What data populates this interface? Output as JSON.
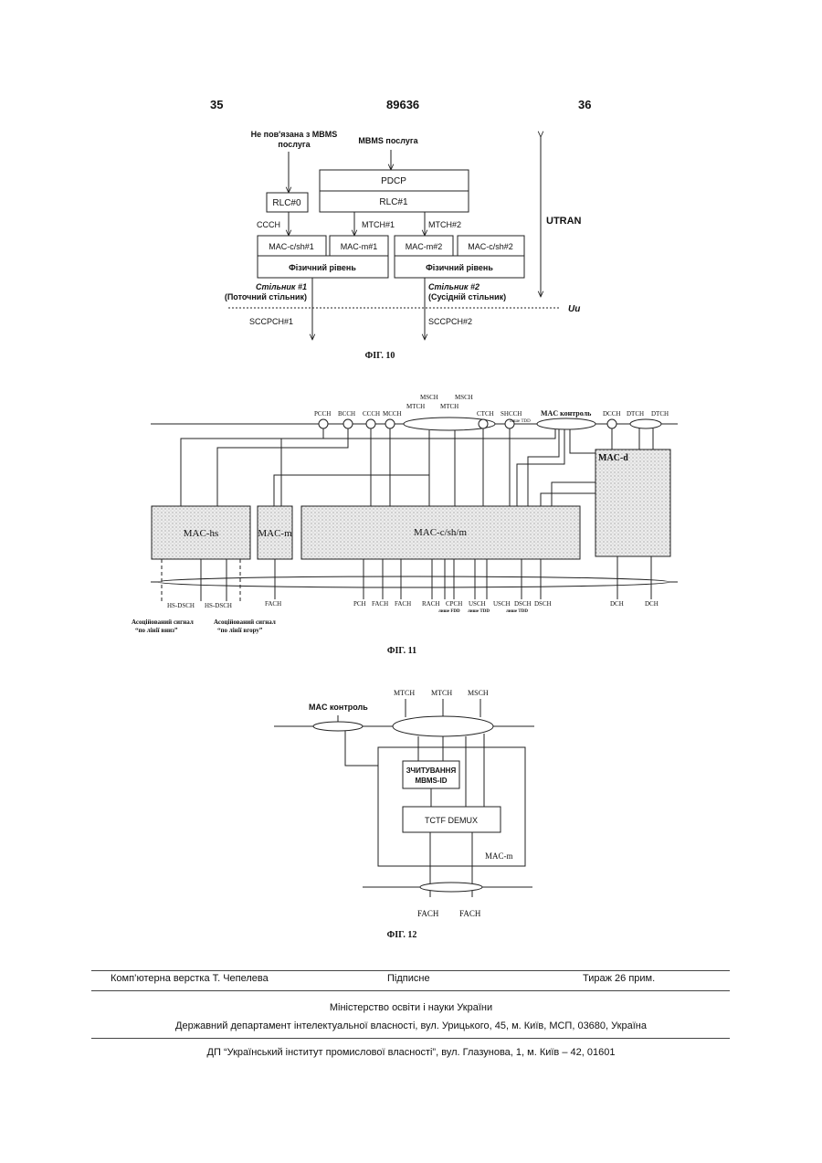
{
  "header": {
    "page_left": "35",
    "patent_number": "89636",
    "page_right": "36"
  },
  "fig10": {
    "caption": "ФІГ. 10",
    "non_mbms_line1": "Не пов'язана з MBMS",
    "non_mbms_line2": "послуга",
    "mbms_service": "MBMS послуга",
    "pdcp": "PDCP",
    "rlc1": "RLC#1",
    "rlc0": "RLC#0",
    "ccch": "CCCH",
    "mtch1": "MTCH#1",
    "mtch2": "MTCH#2",
    "mac_csh1": "MAC-c/sh#1",
    "mac_m1": "MAC-m#1",
    "mac_m2": "MAC-m#2",
    "mac_csh2": "MAC-c/sh#2",
    "phys1": "Фізичний рівень",
    "phys2": "Фізичний рівень",
    "cell1_line1": "Стільник #1",
    "cell1_line2": "(Поточний стільник)",
    "cell2_line1": "Стільник #2",
    "cell2_line2": "(Сусідній стільник)",
    "utran": "UTRAN",
    "uu": "Uu",
    "sccpch1": "SCCPCH#1",
    "sccpch2": "SCCPCH#2"
  },
  "fig11": {
    "caption": "ФІГ. 11",
    "top_channels": [
      "PCCH",
      "BCCH",
      "CCCH",
      "MCCH",
      "MTCH",
      "MTCH",
      "CTCH",
      "SHCCH",
      "DCCH",
      "DTCH",
      "DTCH"
    ],
    "msch_left": "MSCH",
    "msch_right": "MSCH",
    "tdd_only_top": "лише TDD",
    "mac_control": "MAC контроль",
    "mac_d": "MAC-d",
    "mac_hs": "MAC-hs",
    "mac_m": "MAC-m",
    "mac_csh_m": "MAC-c/sh/m",
    "bottom_channels": [
      "HS-DSCH",
      "HS-DSCH",
      "FACH",
      "PCH",
      "FACH",
      "FACH",
      "RACH",
      "CPCH",
      "USCH",
      "USCH",
      "DSCH",
      "DSCH",
      "DCH",
      "DCH"
    ],
    "fdd_only": "лише FDD",
    "tdd_only_1": "лише TDD",
    "tdd_only_2": "лише TDD",
    "assoc_down_line1": "Асоційований сигнал",
    "assoc_down_line2": "“по лінії вниз”",
    "assoc_up_line1": "Асоційований сигнал",
    "assoc_up_line2": "“по лінії вгору”"
  },
  "fig12": {
    "caption": "ФІГ. 12",
    "top_channels": [
      "MTCH",
      "MTCH",
      "MSCH"
    ],
    "mac_control": "MAC контроль",
    "read_line1": "ЗЧИТУВАННЯ",
    "read_line2": "MBMS-ID",
    "tctf": "TCTF DEMUX",
    "mac_m": "MAC-m",
    "bottom_channels": [
      "FACH",
      "FACH"
    ]
  },
  "footer": {
    "layout": "Комп’ютерна верстка Т. Чепелева",
    "signed": "Підписне",
    "circulation": "Тираж 26 прим.",
    "ministry": "Міністерство освіти і науки України",
    "department": "Державний департамент інтелектуальної власності, вул. Урицького, 45, м. Київ, МСП, 03680, Україна",
    "institute": "ДП “Український інститут промислової власності”, вул. Глазунова, 1, м. Київ – 42, 01601"
  }
}
